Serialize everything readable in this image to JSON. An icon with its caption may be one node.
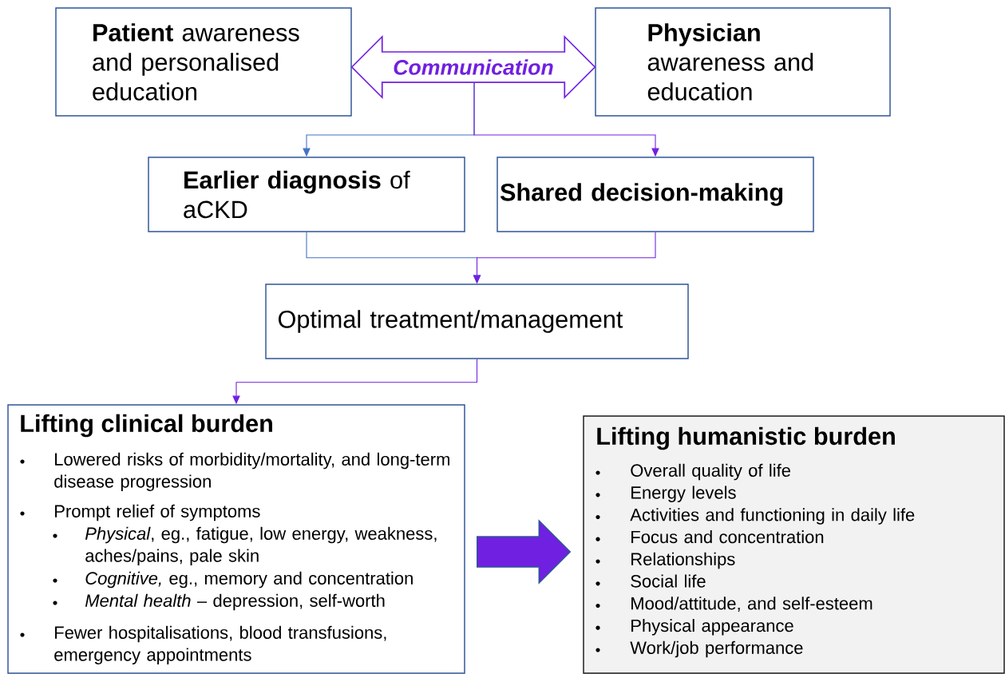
{
  "diagram": {
    "nodes": [
      {
        "text": [
          "**Patient** awareness and personalised education"
        ]
      },
      {
        "text": [
          "**Physician** awareness and education"
        ]
      },
      {
        "text": [
          "**Earlier diagnosis** of aCKD"
        ]
      },
      {
        "text": [
          "Shared decision-making"
        ]
      },
      {
        "text": [
          "Optimal treatment/management"
        ]
      },
      {
        "text": [
          "Lifting clinical burden",
          "Lowered risks of morbidity/mortality, and long-term disease progression",
          "Prompt relief of symptoms",
          "*Physical*, eg., fatigue, low energy, weakness, aches/pains, pale skin",
          "*Cognitive,* eg., memory and concentration",
          "*Mental health* – depression, self-worth",
          "Fewer hospitalisations, blood transfusions, emergency appointments"
        ]
      },
      {
        "text": [
          "Lifting humanistic burden",
          "Overall quality of life",
          "Energy levels",
          "Activities and functioning in daily life",
          "Focus and concentration",
          "Relationships",
          "Social life",
          "Mood/attitude, and self-esteem",
          "Physical appearance",
          "Work/job performance"
        ]
      }
    ],
    "edges": [
      {
        "from": 0,
        "to": 1,
        "arrow": "both",
        "label": "Communication",
        "style": "thick"
      },
      {
        "from": null,
        "to": 2,
        "arrow": "to",
        "color": "#4472c4"
      },
      {
        "from": null,
        "to": 3,
        "arrow": "to"
      },
      {
        "from": 2,
        "to": 4,
        "arrow": "to",
        "color": "#4472c4"
      },
      {
        "from": 3,
        "to": 4,
        "arrow": "to"
      },
      {
        "from": 4,
        "to": 5,
        "arrow": "to"
      },
      {
        "from": 5,
        "to": 6,
        "arrow": "to",
        "style": "thick"
      }
    ]
  }
}
